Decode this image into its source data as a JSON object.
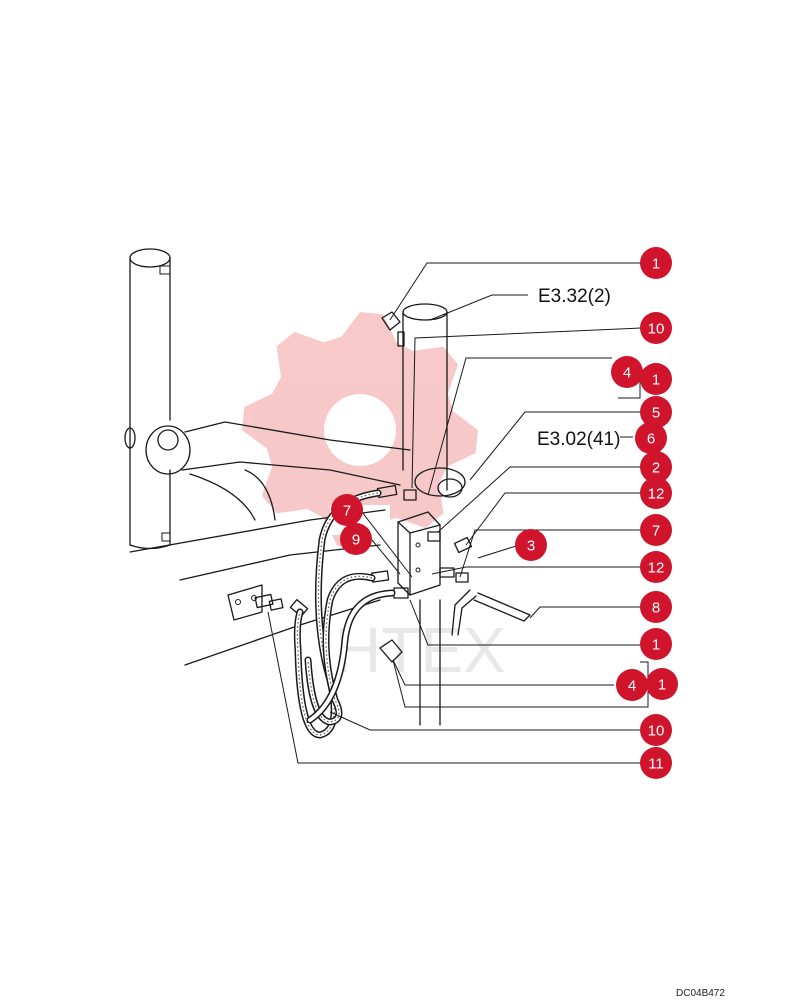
{
  "colors": {
    "callout": "#d0142c",
    "callout_text": "#ffffff",
    "line": "#1a1a1a",
    "watermark_gear": "#f6c3c3",
    "watermark_text": "#e6e6e6"
  },
  "watermark": {
    "text": "HTEX"
  },
  "references": [
    {
      "id": "ref-e3-32",
      "text": "E3.32(2)"
    },
    {
      "id": "ref-e3-02",
      "text": "E3.02(41)"
    }
  ],
  "callouts": [
    {
      "id": "c1a",
      "number": "1"
    },
    {
      "id": "c10a",
      "number": "10"
    },
    {
      "id": "c4a",
      "number": "4"
    },
    {
      "id": "c1b",
      "number": "1"
    },
    {
      "id": "c5",
      "number": "5"
    },
    {
      "id": "c6",
      "number": "6"
    },
    {
      "id": "c2",
      "number": "2"
    },
    {
      "id": "c12a",
      "number": "12"
    },
    {
      "id": "c7a",
      "number": "7"
    },
    {
      "id": "c7b",
      "number": "7"
    },
    {
      "id": "c9",
      "number": "9"
    },
    {
      "id": "c3",
      "number": "3"
    },
    {
      "id": "c12b",
      "number": "12"
    },
    {
      "id": "c8",
      "number": "8"
    },
    {
      "id": "c1c",
      "number": "1"
    },
    {
      "id": "c4b",
      "number": "4"
    },
    {
      "id": "c1d",
      "number": "1"
    },
    {
      "id": "c10b",
      "number": "10"
    },
    {
      "id": "c11",
      "number": "11"
    }
  ],
  "document_code": "DC04B472"
}
